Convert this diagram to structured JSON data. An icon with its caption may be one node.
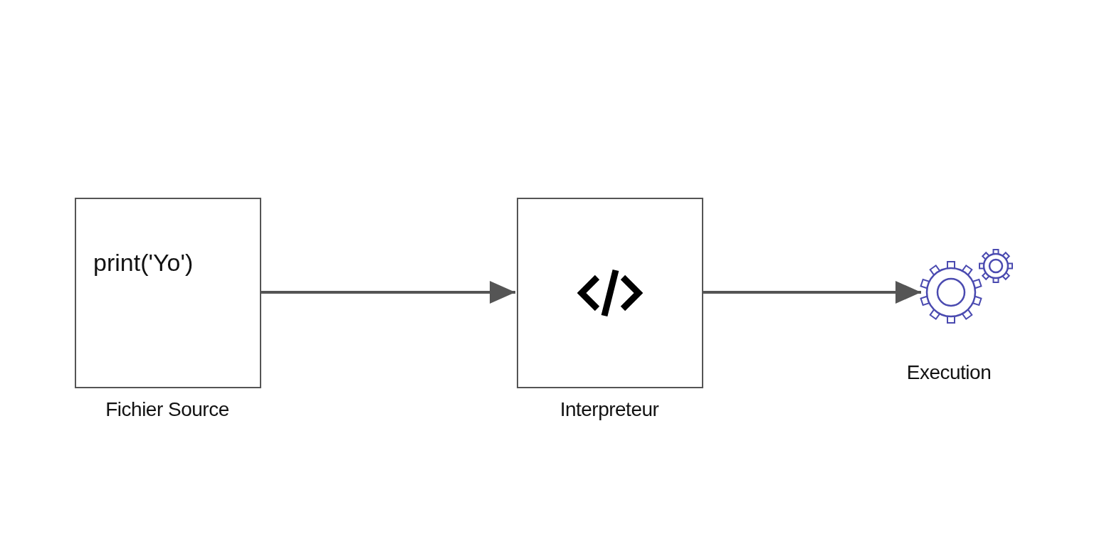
{
  "diagram": {
    "nodes": [
      {
        "text": [
          "print('Yo')"
        ],
        "beside": [
          "Fichier Source"
        ]
      },
      {
        "text": [],
        "shape": "box",
        "beside": [
          "Interpreteur"
        ]
      },
      {
        "text": [],
        "shape": "icon",
        "beside": [
          "Execution"
        ]
      }
    ],
    "edges": [
      {
        "from": 0,
        "to": 1,
        "arrow": "to"
      },
      {
        "from": 1,
        "to": 2,
        "arrow": "to"
      }
    ]
  }
}
